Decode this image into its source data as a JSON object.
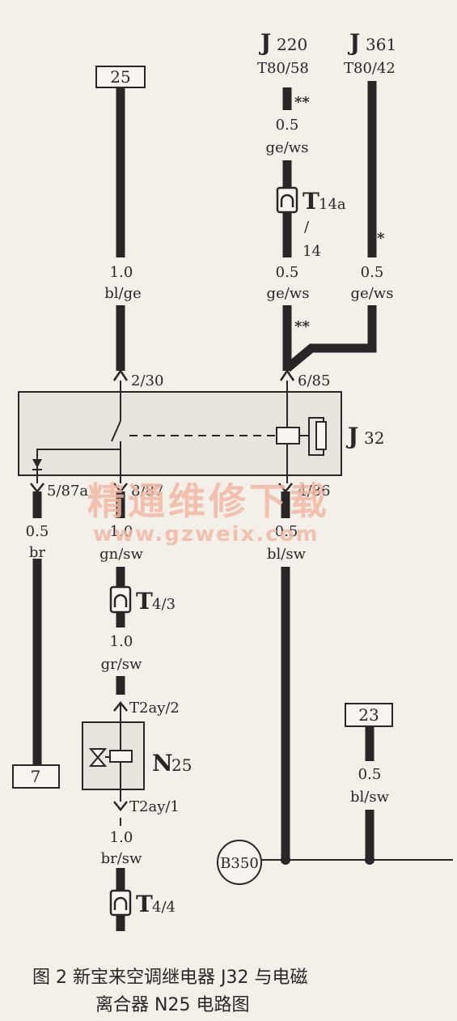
{
  "ecus": [
    {
      "letter": "J",
      "num": "220",
      "pin": "T80/58",
      "mark": "**"
    },
    {
      "letter": "J",
      "num": "361",
      "pin": "T80/42",
      "mark": "*"
    }
  ],
  "boxes": {
    "b25": "25",
    "b7": "7",
    "b23": "23"
  },
  "wires": {
    "w_bl_ge": {
      "size": "1.0",
      "color": "bl/ge"
    },
    "w_ge_ws_top": {
      "size": "0.5",
      "color": "ge/ws"
    },
    "w_ge_ws_mid": {
      "size": "0.5",
      "color": "ge/ws"
    },
    "w_ge_ws_right": {
      "size": "0.5",
      "color": "ge/ws"
    },
    "w_br": {
      "size": "0.5",
      "color": "br"
    },
    "w_gn_sw": {
      "size": "1.0",
      "color": "gn/sw"
    },
    "w_bl_sw": {
      "size": "0.5",
      "color": "bl/sw"
    },
    "w_gr_sw": {
      "size": "1.0",
      "color": "gr/sw"
    },
    "w_br_sw": {
      "size": "1.0",
      "color": "br/sw"
    },
    "w_bl_sw_23": {
      "size": "0.5",
      "color": "bl/sw"
    }
  },
  "marks": {
    "mid": "**"
  },
  "connectors": {
    "t14a": {
      "letter": "T",
      "sub": "14a",
      "pin1": "/",
      "pin2": "14"
    },
    "t43": {
      "letter": "T",
      "sub": "4/3"
    },
    "t44": {
      "letter": "T",
      "sub": "4/4"
    }
  },
  "relay": {
    "letter": "J",
    "num": "32",
    "pin_2_30": "2/30",
    "pin_6_85": "6/85",
    "pin_5_87a": "5/87a",
    "pin_8_87": "8/87",
    "pin_4_86": "4/86"
  },
  "clutch": {
    "letter": "N",
    "num": "25",
    "pin_top": "T2ay/2",
    "pin_bottom": "T2ay/1"
  },
  "ground": {
    "label": "B350"
  },
  "watermark": {
    "cn": "精通维修下载",
    "url": "www.gzweix.com"
  },
  "caption": {
    "line1": "图 2   新宝来空调继电器 J32 与电磁",
    "line2": "离合器 N25 电路图"
  },
  "colors": {
    "ink": "#2a2627",
    "paper": "#f3efe9",
    "relay_fill": "#e9e3dd",
    "watermark": "#f1b8a5"
  }
}
